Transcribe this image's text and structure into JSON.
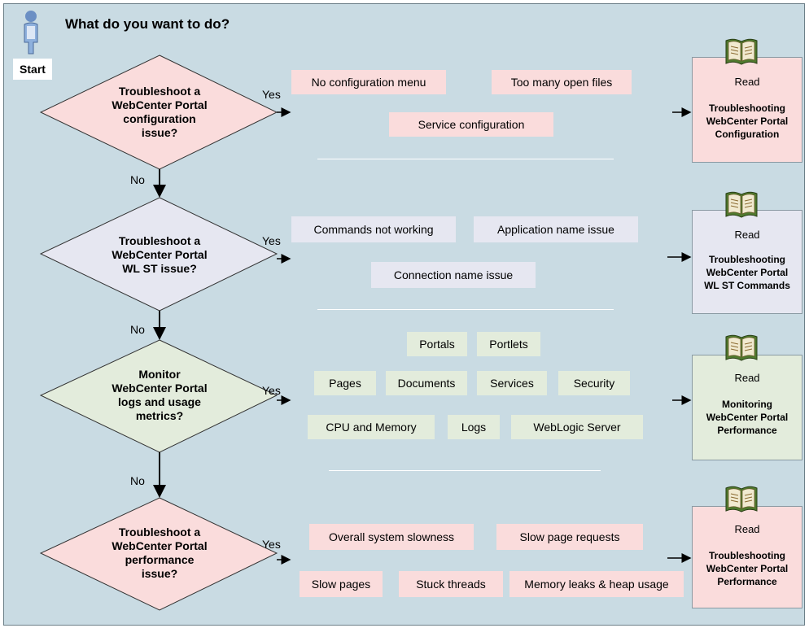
{
  "title": "What do you want to do?",
  "start_label": "Start",
  "yes_label": "Yes",
  "no_label": "No",
  "read_label": "Read",
  "questions": [
    {
      "lines": [
        "Troubleshoot a",
        "WebCenter Portal",
        "configuration",
        "issue?"
      ],
      "fill": "#fadcdc"
    },
    {
      "lines": [
        "Troubleshoot a",
        "WebCenter Portal",
        "WL ST issue?"
      ],
      "fill": "#e6e7f1"
    },
    {
      "lines": [
        "Monitor",
        "WebCenter Portal",
        "logs and usage",
        "metrics?"
      ],
      "fill": "#e3ecdc"
    },
    {
      "lines": [
        "Troubleshoot a",
        "WebCenter Portal",
        "performance",
        "issue?"
      ],
      "fill": "#fadcdc"
    }
  ],
  "topics": {
    "configuration": [
      "No configuration menu",
      "Too many open files",
      "Service configuration"
    ],
    "wlst": [
      "Commands not working",
      "Application name issue",
      "Connection name issue"
    ],
    "monitoring": [
      "Portals",
      "Portlets",
      "Pages",
      "Documents",
      "Services",
      "Security",
      "CPU and Memory",
      "Logs",
      "WebLogic Server"
    ],
    "performance": [
      "Overall system slowness",
      "Slow page requests",
      "Slow pages",
      "Stuck threads",
      "Memory leaks & heap usage"
    ]
  },
  "read_cards": [
    {
      "lines": [
        "Troubleshooting",
        "WebCenter Portal",
        "Configuration"
      ],
      "fill": "#fadcdc"
    },
    {
      "lines": [
        "Troubleshooting",
        "WebCenter Portal",
        "WL ST Commands"
      ],
      "fill": "#e6e7f1"
    },
    {
      "lines": [
        "Monitoring",
        "WebCenter Portal",
        "Performance"
      ],
      "fill": "#e3ecdc"
    },
    {
      "lines": [
        "Troubleshooting",
        "WebCenter Portal",
        "Performance"
      ],
      "fill": "#fadcdc"
    }
  ],
  "colors": {
    "background": "#c9dbe3",
    "pink": "#fadcdc",
    "lavender": "#e6e7f1",
    "green": "#e3ecdc",
    "book": "#5a8a3a"
  }
}
